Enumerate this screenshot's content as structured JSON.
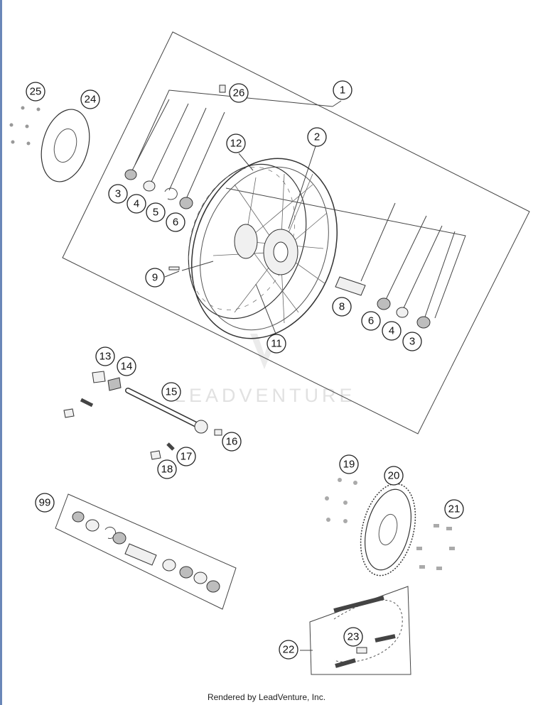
{
  "diagram": {
    "callouts": [
      "1",
      "2",
      "3",
      "4",
      "5",
      "6",
      "8",
      "9",
      "11",
      "12",
      "3",
      "4",
      "6",
      "13",
      "14",
      "15",
      "16",
      "17",
      "18",
      "19",
      "20",
      "21",
      "22",
      "23",
      "24",
      "25",
      "26",
      "99"
    ],
    "watermark": "LEADVENTURE",
    "footer": "Rendered by LeadVenture, Inc."
  }
}
